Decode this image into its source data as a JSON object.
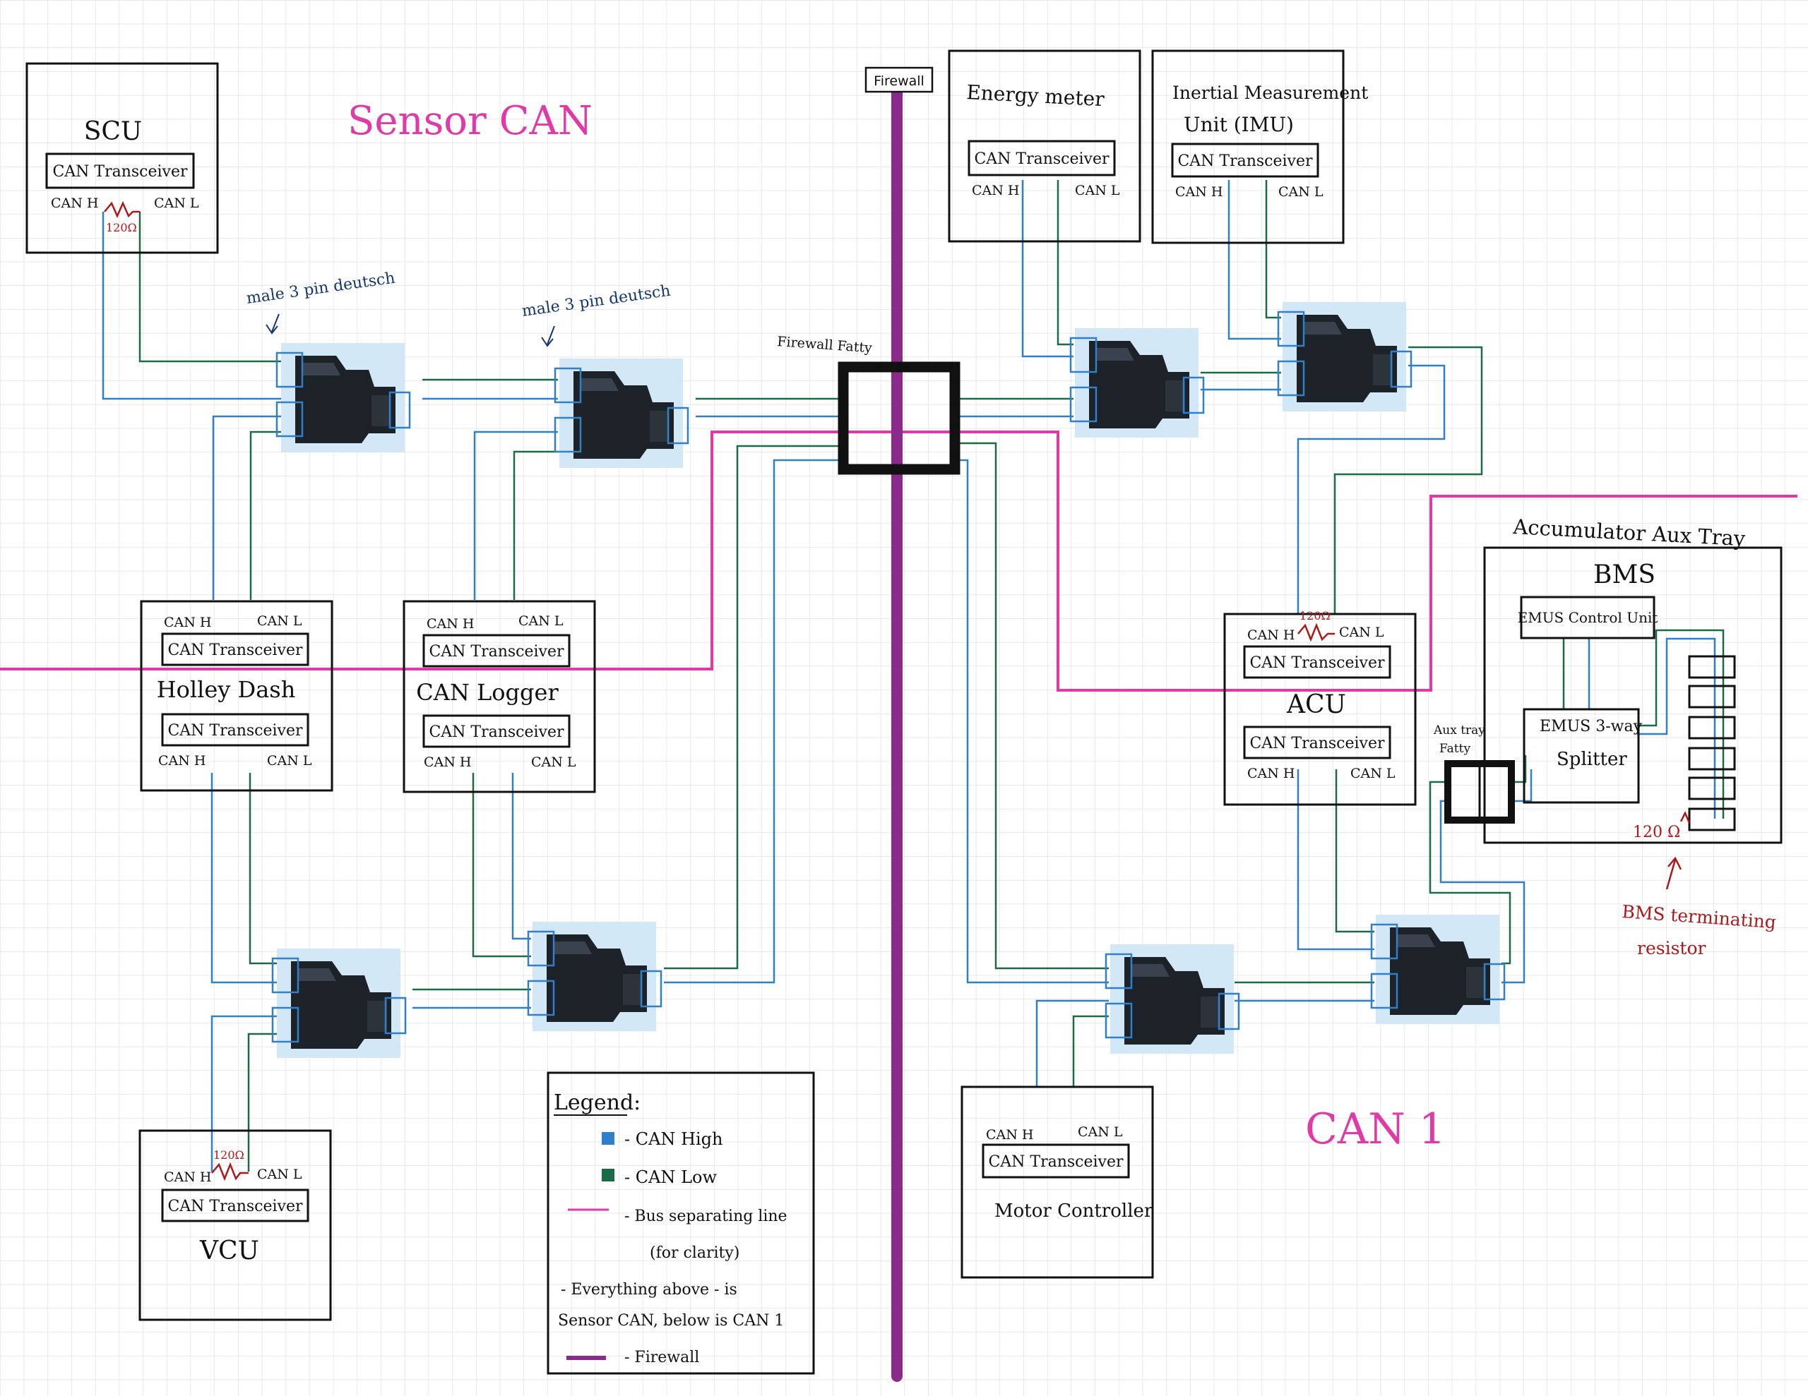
{
  "title_sensor_can": "Sensor CAN",
  "title_can1": "CAN 1",
  "firewall": {
    "label": "Firewall",
    "fatty_label": "Firewall Fatty"
  },
  "transceiver_label": "CAN Transceiver",
  "can_h": "CAN H",
  "can_l": "CAN L",
  "resistor_value": "120Ω",
  "connector_note": "male 3 pin deutsch",
  "nodes": {
    "scu": "SCU",
    "holley": "Holley Dash",
    "logger": "CAN Logger",
    "vcu": "VCU",
    "energy": "Energy meter",
    "imu_1": "Inertial Measurement",
    "imu_2": "Unit (IMU)",
    "acu": "ACU",
    "motor": "Motor Controller"
  },
  "accumulator": {
    "tray_label": "Accumulator Aux Tray",
    "bms": "BMS",
    "emus_control": "EMUS Control Unit",
    "emus_splitter_1": "EMUS 3-way",
    "emus_splitter_2": "Splitter",
    "aux_fatty_1": "Aux tray",
    "aux_fatty_2": "Fatty",
    "bms_resistor": "120 Ω",
    "bms_note_1": "BMS terminating",
    "bms_note_2": "resistor"
  },
  "legend": {
    "title": "Legend:",
    "can_high": "- CAN High",
    "can_low": "- CAN Low",
    "bus_line_1": "- Bus separating line",
    "bus_line_2": "(for clarity)",
    "note_1": "- Everything above - is",
    "note_2": "Sensor CAN, below is CAN 1",
    "firewall": "- Firewall"
  },
  "colors": {
    "can_high": "#2f7fc9",
    "can_low": "#1c6b47",
    "bus_separator": "#e03aa8",
    "firewall": "#8a2a8a",
    "resistor_note": "#b01818"
  }
}
